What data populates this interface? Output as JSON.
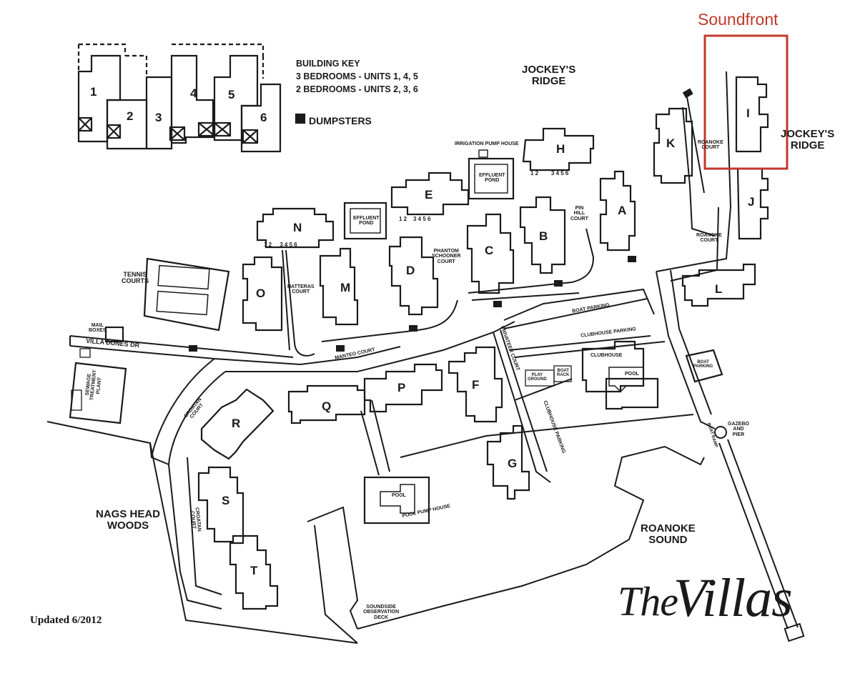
{
  "highlight": {
    "label": "Soundfront",
    "color": "#c0392b"
  },
  "key": {
    "title": "BUILDING KEY",
    "line1": "3 BEDROOMS - UNITS 1, 4, 5",
    "line2": "2 BEDROOMS - UNITS 2, 3, 6",
    "dumpsters": "DUMPSTERS",
    "units": [
      "1",
      "2",
      "3",
      "4",
      "5",
      "6"
    ]
  },
  "regions": {
    "jockeys_ridge_top": "JOCKEY'S\nRIDGE",
    "jockeys_ridge_right": "JOCKEY'S\nRIDGE",
    "nags_head_woods": "NAGS HEAD\nWOODS",
    "roanoke_sound": "ROANOKE\nSOUND"
  },
  "buildings": {
    "A": "A",
    "B": "B",
    "C": "C",
    "D": "D",
    "E": "E",
    "F": "F",
    "G": "G",
    "H": "H",
    "I": "I",
    "J": "J",
    "K": "K",
    "L": "L",
    "M": "M",
    "N": "N",
    "O": "O",
    "P": "P",
    "Q": "Q",
    "R": "R",
    "S": "S",
    "T": "T"
  },
  "features": {
    "irrigation": "IRRIGATION PUMP HOUSE",
    "effluent1": "EFFLUENT\nPOND",
    "effluent2": "EFFLUENT\nPOND",
    "tennis": "TENNIS\nCOURTS",
    "mail": "MAIL\nBOXES",
    "villa_dunes": "VILLA DUNES DR",
    "sewage": "SEWAGE\nTREATMENT\nPLANT",
    "boat_parking1": "BOAT PARKING",
    "clubhouse_parking": "CLUBHOUSE PARKING",
    "clubhouse": "CLUBHOUSE",
    "pool1": "POOL",
    "pool2": "POOL",
    "play": "PLAY\nGROUND",
    "boat_rack": "BOAT\nRACK",
    "boat_parking2": "BOAT\nPARKING",
    "gazebo": "GAZEBO\nAND\nPIER",
    "boat_ramp": "BOAT RAMP",
    "pool_pump": "POOL PUMP HOUSE",
    "soundside": "SOUNDSIDE\nOBSERVATION\nDECK",
    "manteo": "MANTEO COURT",
    "privateer": "PRIVATEER COURT",
    "clubhouse_parking_v": "CLUBHOUSE PARKING",
    "croatan1": "CROATAN\nCOURT",
    "croatan2": "CROATAN\nCOURT",
    "hatteras": "HATTERAS\nCOURT",
    "phantom": "PHANTOM\nSCHOONER\nCOURT",
    "pin_hill": "PIN\nHILL\nCOURT",
    "roanoke_court1": "ROANOKE\nCOURT",
    "roanoke_court2": "ROANOKE\nCOURT"
  },
  "footer": {
    "updated": "Updated 6/2012",
    "logo_the": "The",
    "logo_name": "Villas"
  }
}
